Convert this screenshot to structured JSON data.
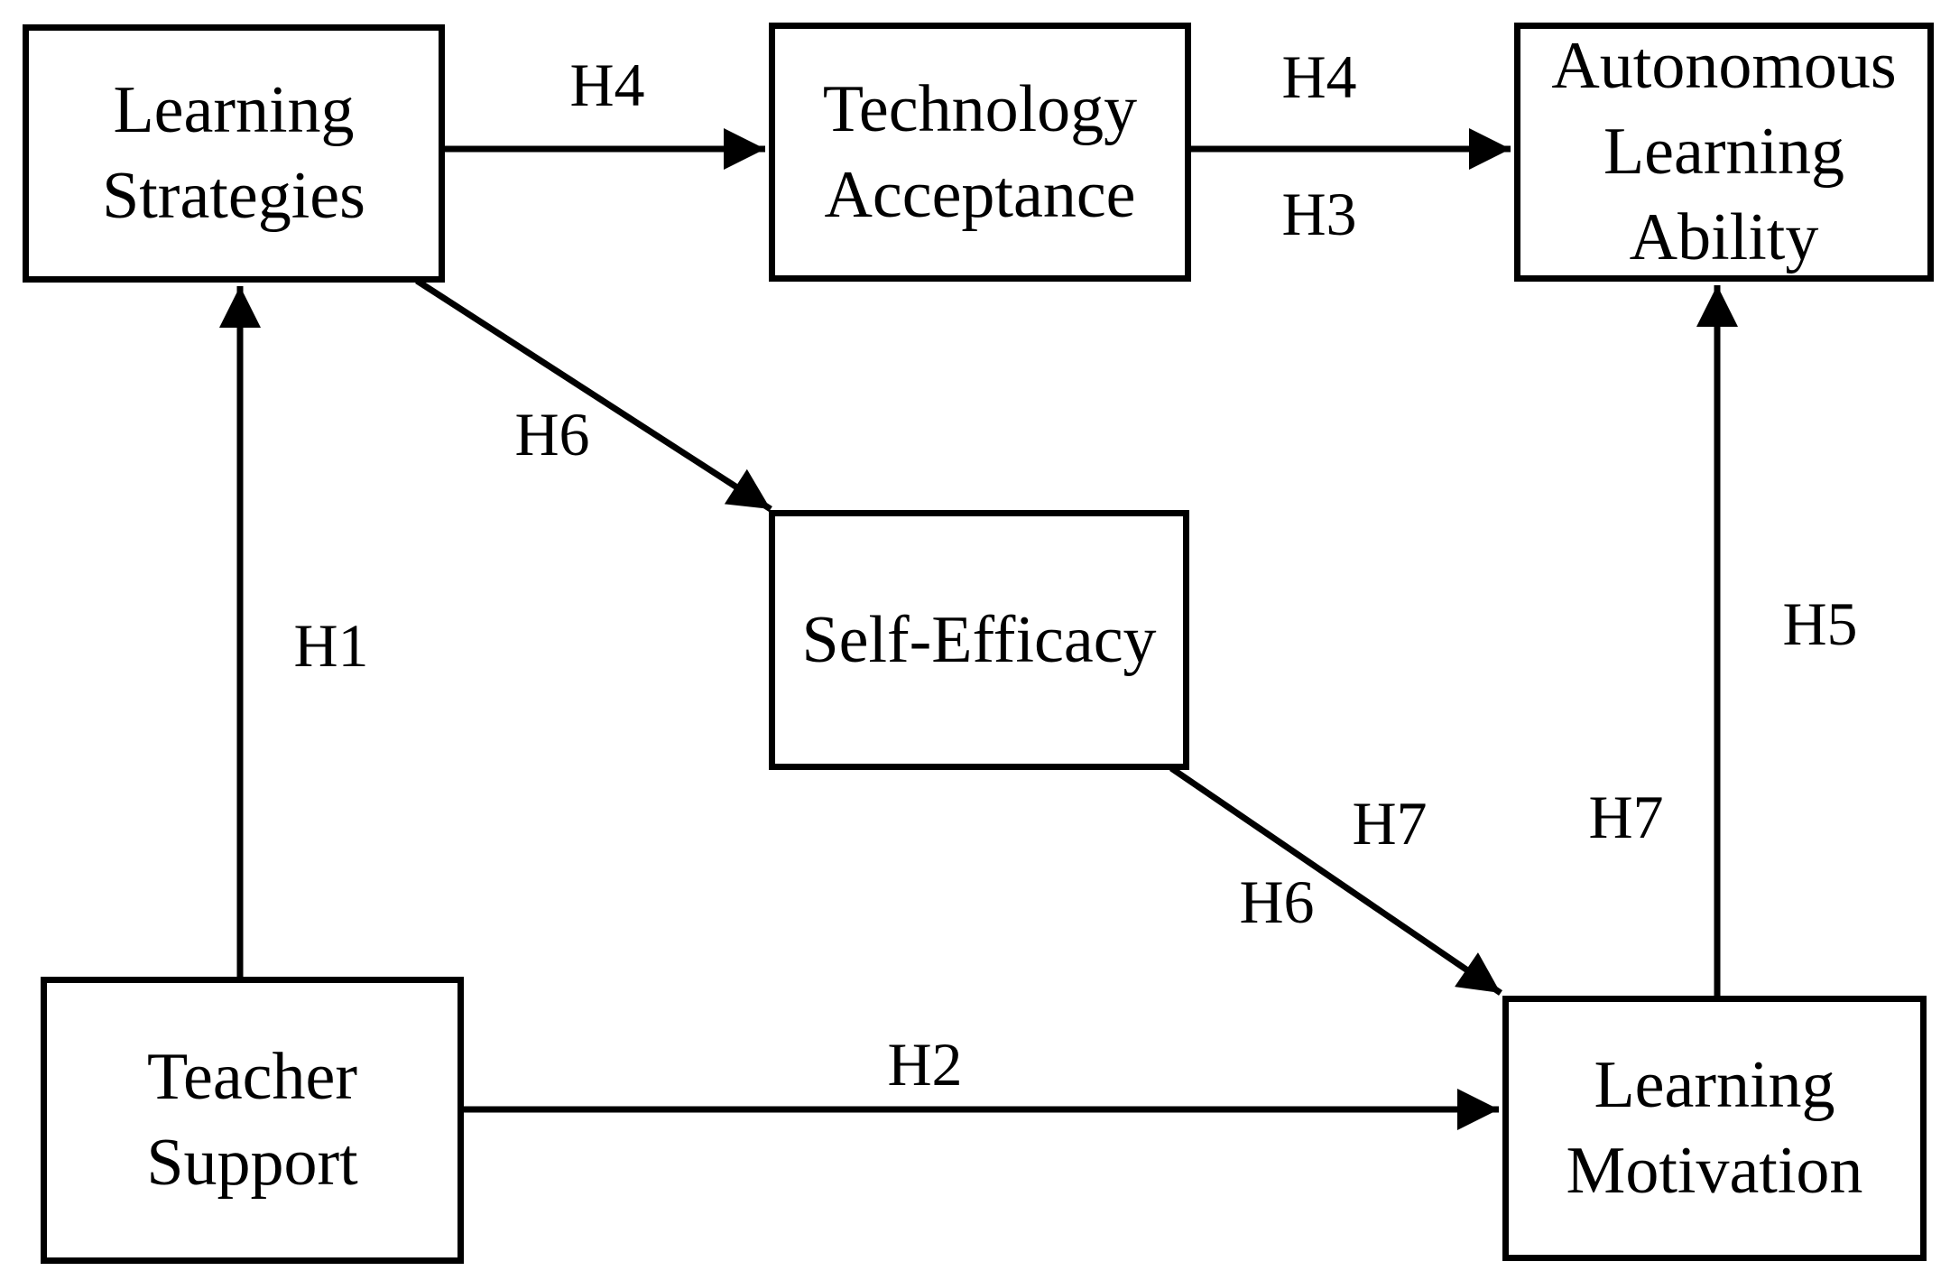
{
  "diagram": {
    "type": "path-model",
    "background_color": "#ffffff",
    "line_color": "#000000",
    "text_color": "#000000"
  },
  "nodes": {
    "learning_strategies": {
      "label": "Learning\nStrategies"
    },
    "technology_acceptance": {
      "label": "Technology\nAcceptance"
    },
    "autonomous_learning_ability": {
      "label": "Autonomous\nLearning\nAbility"
    },
    "self_efficacy": {
      "label": "Self-Efficacy"
    },
    "teacher_support": {
      "label": "Teacher\nSupport"
    },
    "learning_motivation": {
      "label": "Learning\nMotivation"
    }
  },
  "edges": [
    {
      "from": "Learning Strategies",
      "to": "Technology Acceptance",
      "labels": [
        "H4"
      ]
    },
    {
      "from": "Technology Acceptance",
      "to": "Autonomous Learning Ability",
      "labels": [
        "H4",
        "H3"
      ]
    },
    {
      "from": "Learning Strategies",
      "to": "Self-Efficacy",
      "labels": [
        "H6"
      ]
    },
    {
      "from": "Teacher Support",
      "to": "Learning Strategies",
      "labels": [
        "H1"
      ]
    },
    {
      "from": "Teacher Support",
      "to": "Learning Motivation",
      "labels": [
        "H2"
      ]
    },
    {
      "from": "Self-Efficacy",
      "to": "Learning Motivation",
      "labels": [
        "H7",
        "H6"
      ]
    },
    {
      "from": "Learning Motivation",
      "to": "Autonomous Learning Ability",
      "labels": [
        "H5",
        "H7"
      ]
    }
  ],
  "edge_labels": {
    "h4_ls_ta": "H4",
    "h4_ta_ala": "H4",
    "h3_ta_ala": "H3",
    "h6_ls_se": "H6",
    "h1_ts_ls": "H1",
    "h2_ts_lm": "H2",
    "h7_se_lm": "H7",
    "h6_se_lm": "H6",
    "h5_lm_ala": "H5",
    "h7_lm_ala": "H7"
  }
}
